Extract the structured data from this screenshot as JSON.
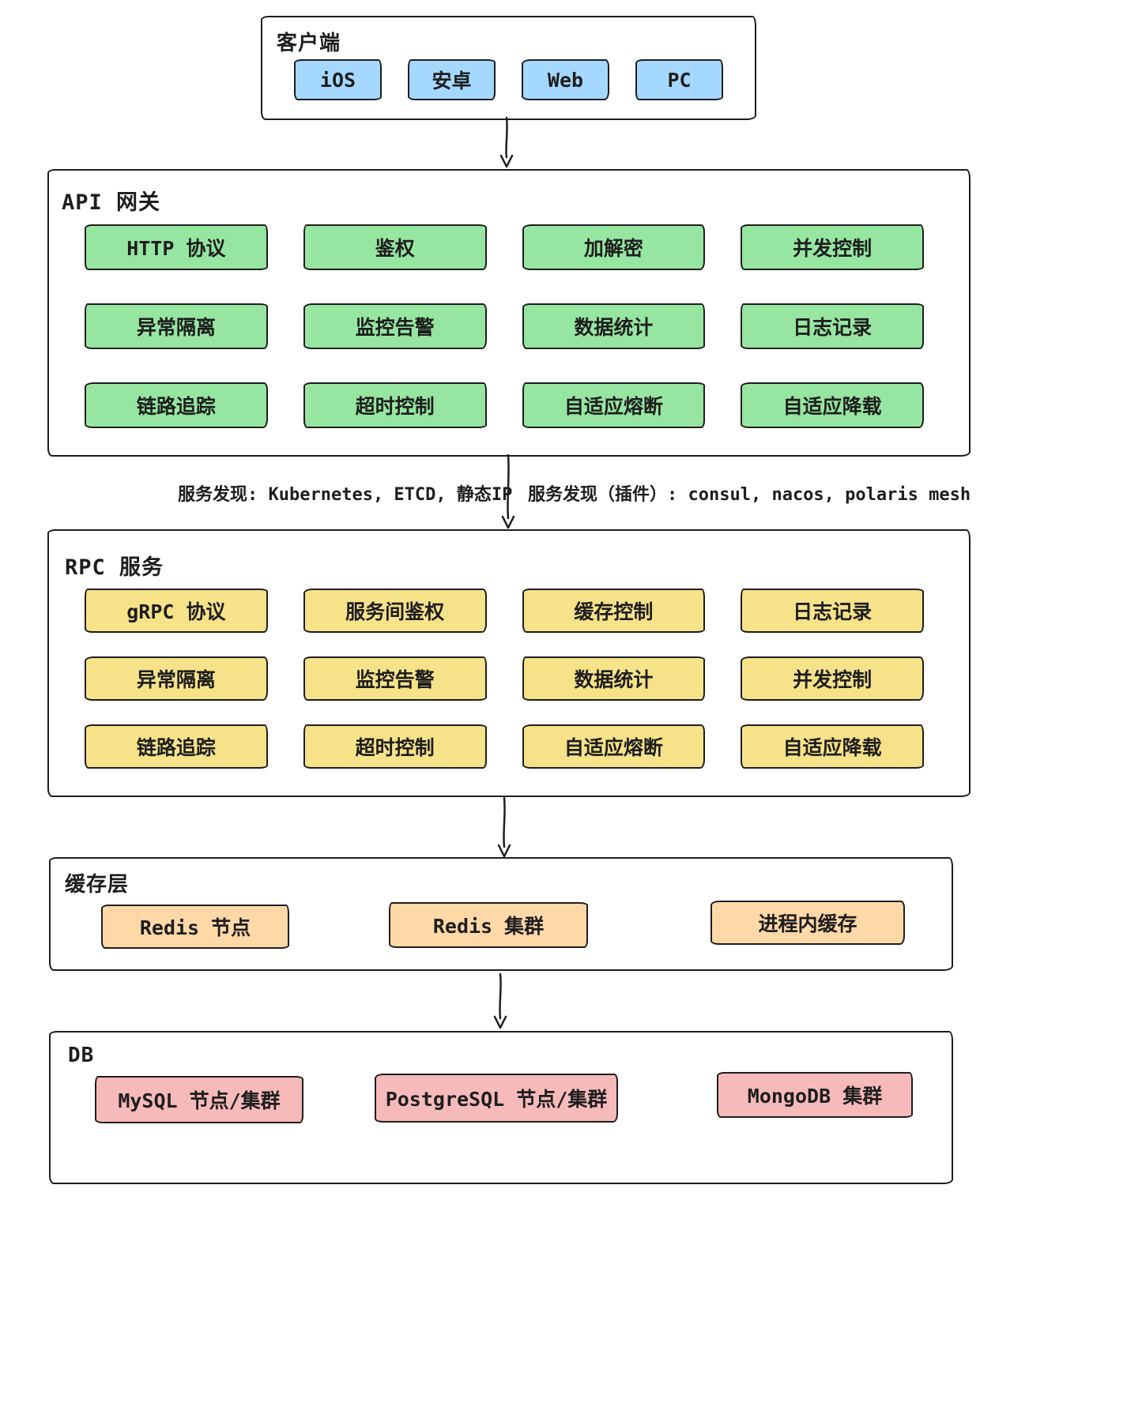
{
  "palette": {
    "stroke": "#1e1e1e",
    "background": "#ffffff",
    "client_fill": "#a5d8ff",
    "gateway_fill": "#96e6a1",
    "rpc_fill": "#f6e289",
    "cache_fill": "#ffd8a8",
    "db_fill": "#f6baba"
  },
  "client": {
    "title": "客户端",
    "items": [
      "iOS",
      "安卓",
      "Web",
      "PC"
    ]
  },
  "api_gateway": {
    "title": "API 网关",
    "items": [
      "HTTP 协议",
      "鉴权",
      "加解密",
      "并发控制",
      "异常隔离",
      "监控告警",
      "数据统计",
      "日志记录",
      "链路追踪",
      "超时控制",
      "自适应熔断",
      "自适应降载"
    ]
  },
  "service_discovery": {
    "left_label": "服务发现: Kubernetes, ETCD, 静态IP",
    "right_label": "服务发现（插件）: consul, nacos, polaris mesh"
  },
  "rpc": {
    "title": "RPC 服务",
    "items": [
      "gRPC 协议",
      "服务间鉴权",
      "缓存控制",
      "日志记录",
      "异常隔离",
      "监控告警",
      "数据统计",
      "并发控制",
      "链路追踪",
      "超时控制",
      "自适应熔断",
      "自适应降载"
    ]
  },
  "cache": {
    "title": "缓存层",
    "items": [
      "Redis 节点",
      "Redis 集群",
      "进程内缓存"
    ]
  },
  "db": {
    "title": "DB",
    "items": [
      "MySQL 节点/集群",
      "PostgreSQL 节点/集群",
      "MongoDB 集群"
    ]
  }
}
